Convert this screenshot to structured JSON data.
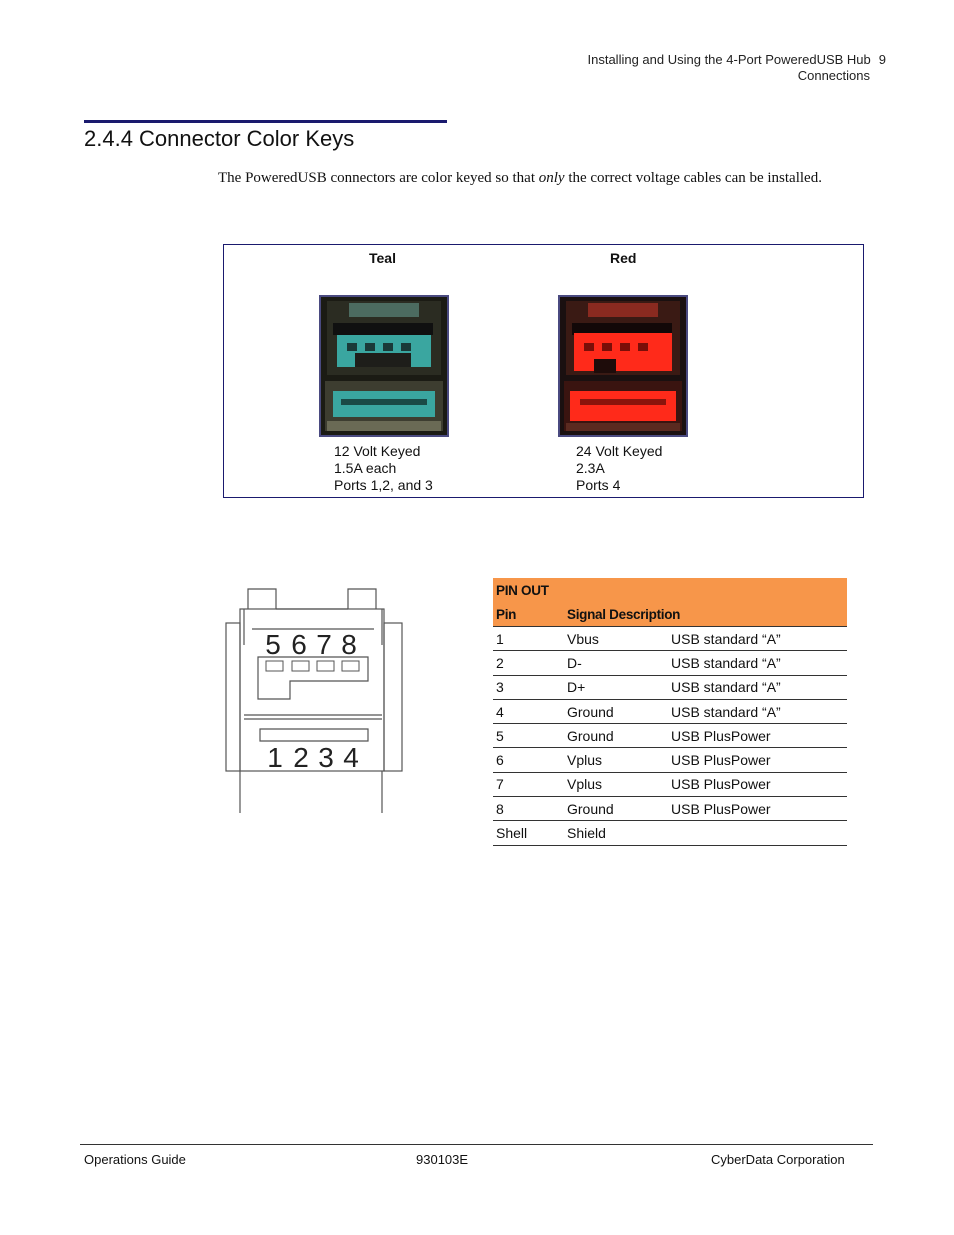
{
  "header": {
    "line1": "Installing and Using the 4-Port PoweredUSB Hub",
    "page_number": "9",
    "line2": "Connections"
  },
  "section": {
    "title": "2.4.4 Connector Color Keys",
    "intro_before": "The PoweredUSB connectors are color keyed so that ",
    "intro_emph": "only",
    "intro_after": " the correct voltage cables can be installed."
  },
  "connectors": [
    {
      "color_name": "Teal",
      "line1": "12 Volt Keyed",
      "line2": "1.5A each",
      "line3": "Ports 1,2, and 3",
      "color": "#3aa6a0"
    },
    {
      "color_name": "Red",
      "line1": "24 Volt Keyed",
      "line2": "2.3A",
      "line3": "Ports 4",
      "color": "#ff2a1a"
    }
  ],
  "diagram": {
    "top_pins": [
      "5",
      "6",
      "7",
      "8"
    ],
    "bottom_pins": [
      "1",
      "2",
      "3",
      "4"
    ]
  },
  "pinout": {
    "title": "PIN OUT",
    "col_pin": "Pin",
    "col_signal": "Signal Description",
    "header_color": "#f7964a",
    "rows": [
      {
        "pin": "1",
        "signal": "Vbus",
        "desc": "USB standard “A”"
      },
      {
        "pin": "2",
        "signal": "D-",
        "desc": "USB standard “A”"
      },
      {
        "pin": "3",
        "signal": "D+",
        "desc": "USB standard “A”"
      },
      {
        "pin": "4",
        "signal": "Ground",
        "desc": "USB standard “A”"
      },
      {
        "pin": "5",
        "signal": "Ground",
        "desc": "USB PlusPower"
      },
      {
        "pin": "6",
        "signal": "Vplus",
        "desc": "USB PlusPower"
      },
      {
        "pin": "7",
        "signal": "Vplus",
        "desc": "USB PlusPower"
      },
      {
        "pin": "8",
        "signal": "Ground",
        "desc": "USB PlusPower"
      },
      {
        "pin": "Shell",
        "signal": "Shield",
        "desc": ""
      }
    ]
  },
  "footer": {
    "left": "Operations Guide",
    "center": "930103E",
    "right": "CyberData Corporation"
  }
}
